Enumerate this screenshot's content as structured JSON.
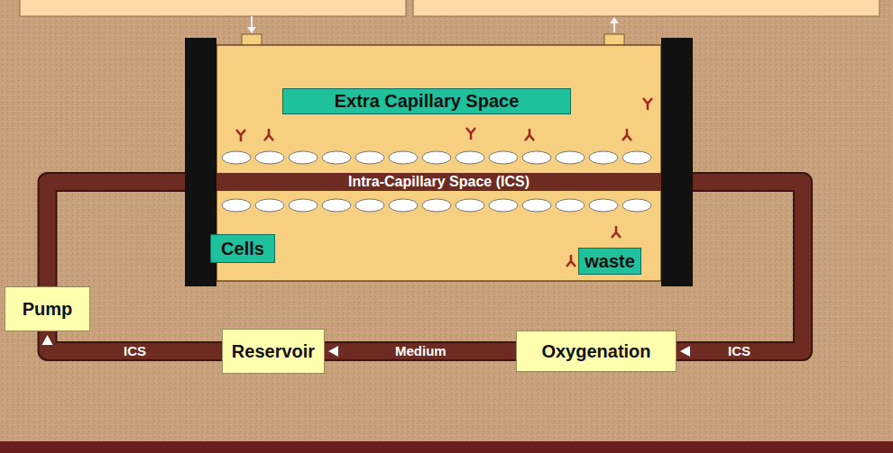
{
  "diagram": {
    "nodes": [
      {
        "text": [
          "Extra Capillary Space"
        ]
      },
      {
        "text": [
          "Intra-Capillary Space (ICS)"
        ]
      },
      {
        "text": [
          "Cells"
        ]
      },
      {
        "text": [
          "waste"
        ]
      },
      {
        "text": [
          "Pump"
        ]
      },
      {
        "text": [
          "Reservoir"
        ]
      },
      {
        "text": [
          "Oxygenation"
        ]
      }
    ],
    "edges": [
      {
        "from": 4,
        "to": 1,
        "arrow": "to"
      },
      {
        "from": 1,
        "to": 6,
        "label": "ICS",
        "arrow": "to"
      },
      {
        "from": 6,
        "to": 5,
        "label": "Medium",
        "arrow": "to"
      },
      {
        "from": 5,
        "to": 4,
        "label": "ICS",
        "arrow": "to"
      }
    ]
  }
}
